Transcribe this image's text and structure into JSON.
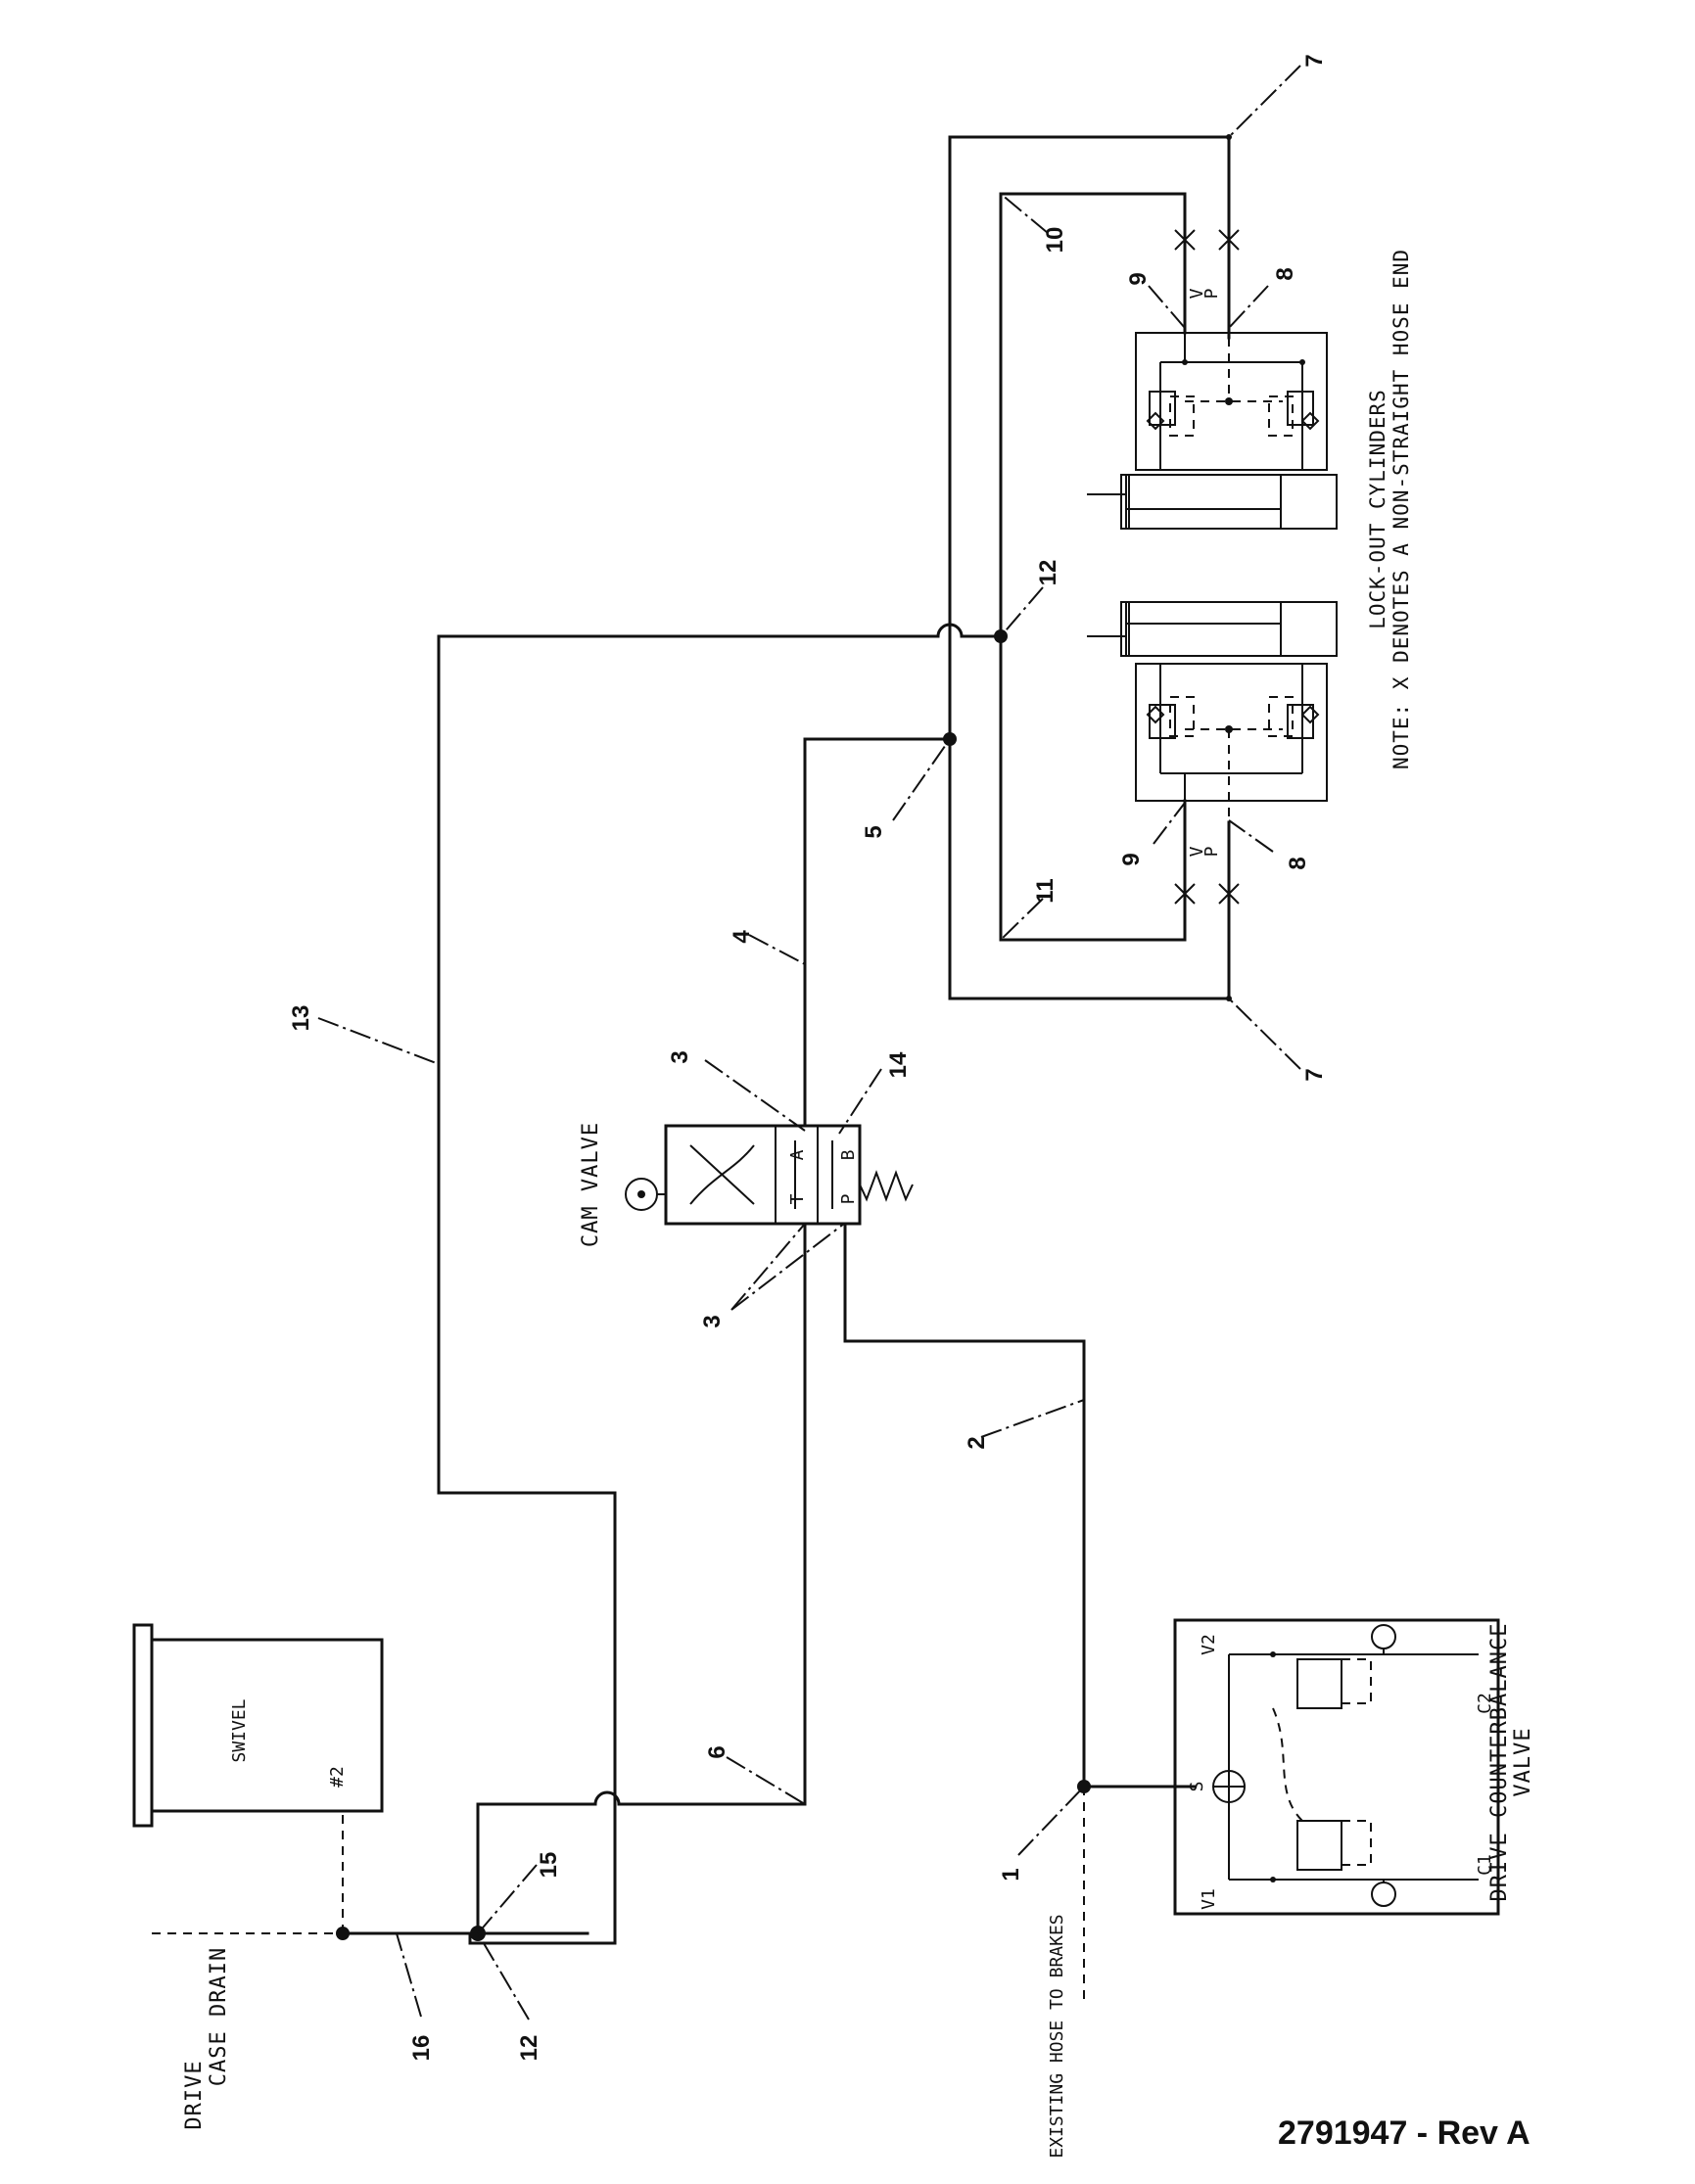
{
  "document_number": "2791947 - Rev A",
  "labels": {
    "cam_valve": "CAM VALVE",
    "swivel": "SWIVEL",
    "swivel_port": "#2",
    "drive_case_drain_line1": "DRIVE",
    "drive_case_drain_line2": "CASE DRAIN",
    "existing_hose": "EXISTING HOSE TO BRAKES",
    "counterbalance_line1": "DRIVE COUNTERBALANCE",
    "counterbalance_line2": "VALVE",
    "lockout_cylinders": "LOCK-OUT CYLINDERS",
    "note": "NOTE: X DENOTES A NON-STRAIGHT HOSE END"
  },
  "cam_valve_ports": {
    "a": "A",
    "b": "B",
    "t": "T",
    "p": "P"
  },
  "counterbalance_ports": {
    "v1": "V1",
    "v2": "V2",
    "c1": "C1",
    "c2": "C2",
    "s": "S"
  },
  "cylinder_ports": {
    "v": "V",
    "p": "P"
  },
  "callouts": {
    "c1": "1",
    "c2": "2",
    "c3a": "3",
    "c3b": "3",
    "c4": "4",
    "c5": "5",
    "c6": "6",
    "c7a": "7",
    "c7b": "7",
    "c8a": "8",
    "c8b": "8",
    "c9a": "9",
    "c9b": "9",
    "c10": "10",
    "c11": "11",
    "c12a": "12",
    "c12b": "12",
    "c13": "13",
    "c14": "14",
    "c15": "15",
    "c16": "16"
  }
}
